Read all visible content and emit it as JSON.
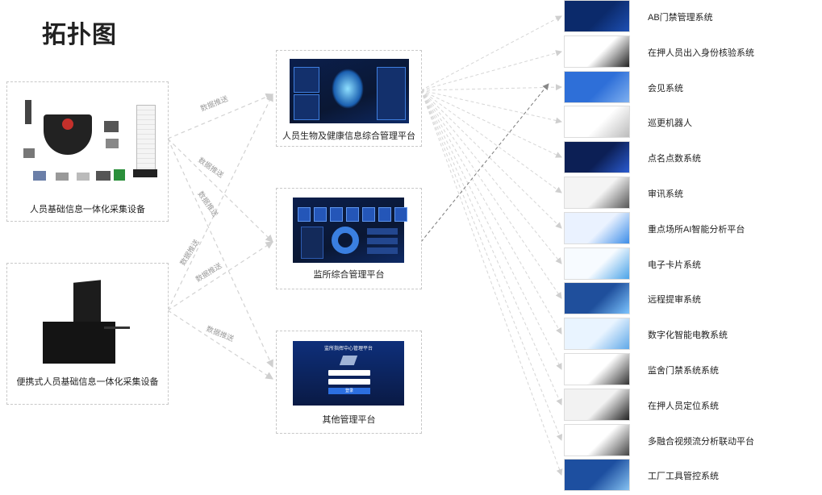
{
  "title": "拓扑图",
  "sources": [
    {
      "label": "人员基础信息一体化采集设备"
    },
    {
      "label": "便携式人员基础信息一体化采集设备"
    }
  ],
  "platforms": [
    {
      "label": "人员生物及健康信息综合管理平台"
    },
    {
      "label": "监所综合管理平台"
    },
    {
      "label": "其他管理平台"
    }
  ],
  "edge_label": "数据推送",
  "login_screen": {
    "title": "监所指挥中心管理平台",
    "button": "登录"
  },
  "systems": [
    {
      "label": "AB门禁管理系统"
    },
    {
      "label": "在押人员出入身份核验系统"
    },
    {
      "label": "会见系统"
    },
    {
      "label": "巡更机器人"
    },
    {
      "label": "点名点数系统"
    },
    {
      "label": "审讯系统"
    },
    {
      "label": "重点场所AI智能分析平台"
    },
    {
      "label": "电子卡片系统"
    },
    {
      "label": "远程提审系统"
    },
    {
      "label": "数字化智能电教系统"
    },
    {
      "label": "监舍门禁系统系统"
    },
    {
      "label": "在押人员定位系统"
    },
    {
      "label": "多融合视频流分析联动平台"
    },
    {
      "label": "工厂工具管控系统"
    }
  ]
}
